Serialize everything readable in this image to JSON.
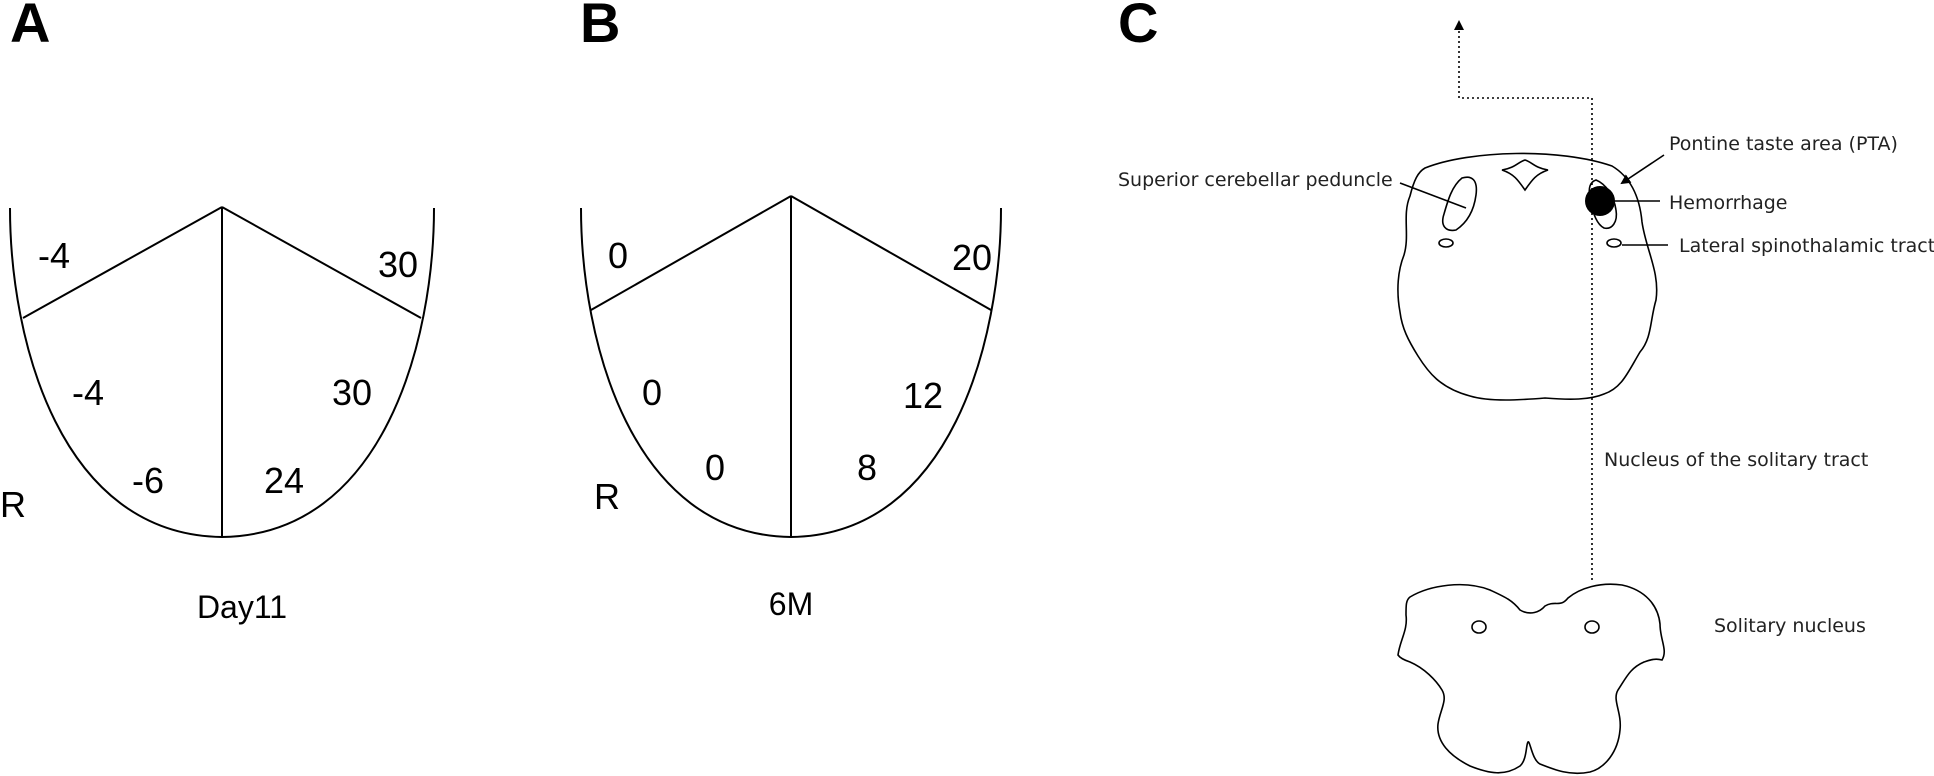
{
  "panels": {
    "a": {
      "letter": "A",
      "caption": "Day11",
      "side": "R",
      "values": {
        "upper_left": "-4",
        "upper_right": "30",
        "mid_left": "-4",
        "mid_right": "30",
        "low_left": "-6",
        "low_right": "24"
      }
    },
    "b": {
      "letter": "B",
      "caption": "6M",
      "side": "R",
      "values": {
        "upper_left": "0",
        "upper_right": "20",
        "mid_left": "0",
        "mid_right": "12",
        "low_left": "0",
        "low_right": "8"
      }
    },
    "c": {
      "letter": "C",
      "labels": {
        "pta": "Pontine taste area (PTA)",
        "scp": "Superior cerebellar peduncle",
        "hemorrhage": "Hemorrhage",
        "lst": "Lateral spinothalamic tract",
        "nst": "Nucleus of the solitary tract",
        "solitary": "Solitary nucleus"
      }
    }
  }
}
